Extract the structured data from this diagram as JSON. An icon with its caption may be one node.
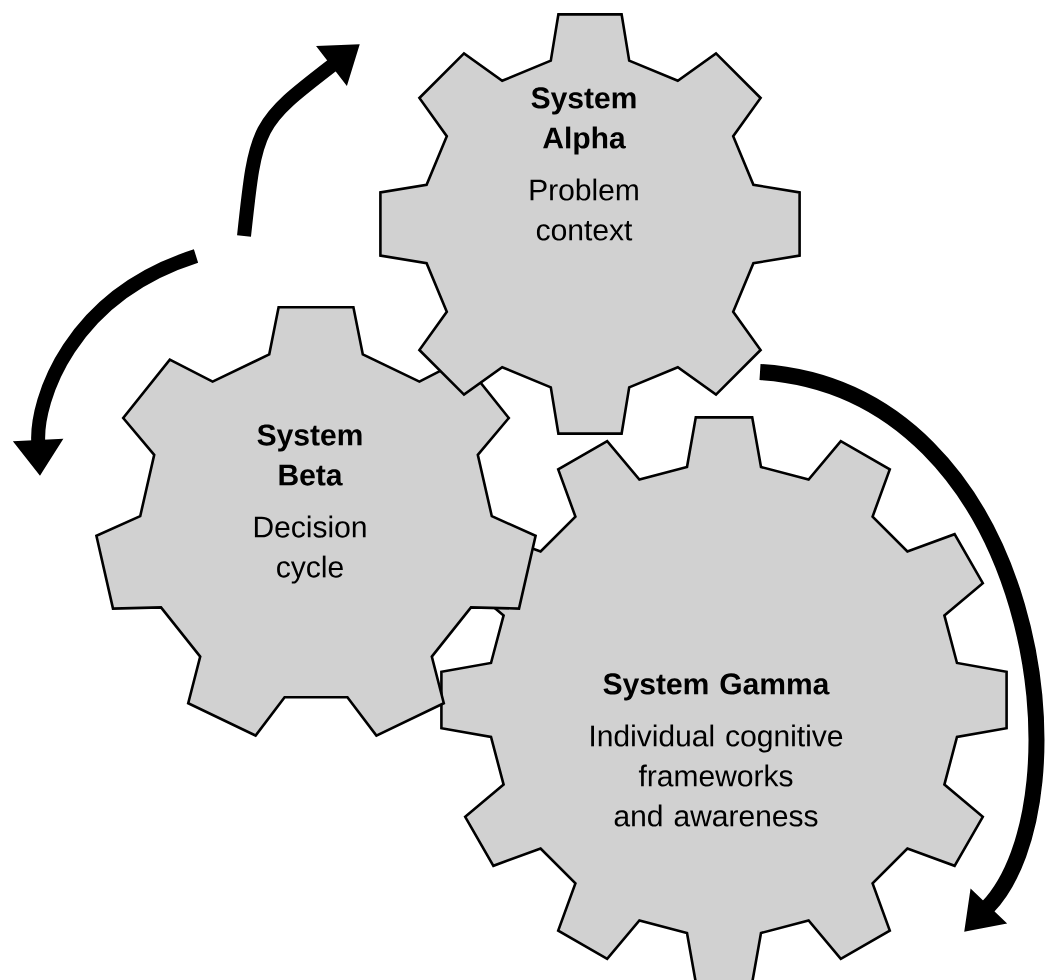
{
  "diagram": {
    "nodes": [
      {
        "text": [
          "System Alpha",
          "Problem context"
        ]
      },
      {
        "text": [
          "System Beta",
          "Decision cycle"
        ]
      },
      {
        "text": [
          "System Gamma",
          "Individual cognitive frameworks and awareness"
        ]
      }
    ]
  }
}
